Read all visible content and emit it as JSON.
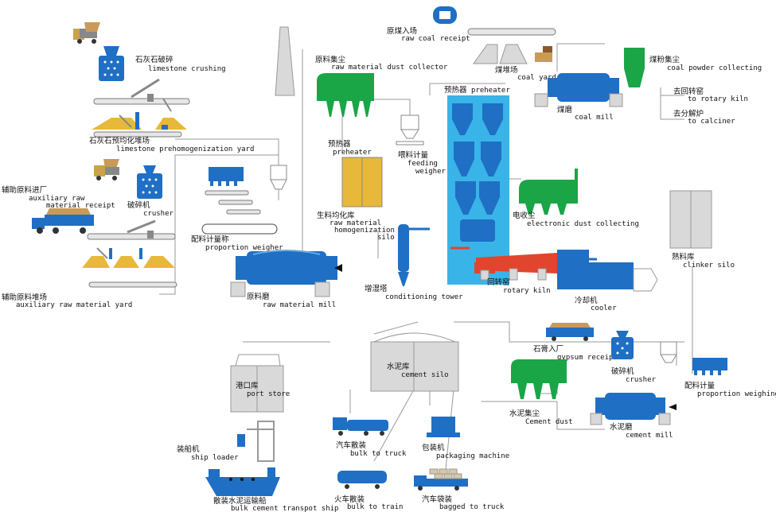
{
  "labels": {
    "limestone_crushing": {
      "cn": "石灰石破碎",
      "en": "limestone crushing"
    },
    "limestone_yard": {
      "cn": "石灰石预均化堆场",
      "en": "limestone prehomogenization yard"
    },
    "aux_receipt": {
      "cn": "辅助原料进厂",
      "en1": "auxiliary raw",
      "en2": "material receipt"
    },
    "crusher": {
      "cn": "破碎机",
      "en": "crusher"
    },
    "aux_yard": {
      "cn": "辅助原料堆场",
      "en": "auxiliary raw material yard"
    },
    "proportion_weigher": {
      "cn": "配料计量称",
      "en": "proportion weigher"
    },
    "raw_mill": {
      "cn": "原料磨",
      "en": "raw material mill"
    },
    "raw_dust": {
      "cn": "原料集尘",
      "en": "raw material dust collector"
    },
    "preheater_silo": {
      "cn": "预热器",
      "en": "preheater"
    },
    "feeding_weigher": {
      "cn": "喂料计量",
      "en1": "feeding",
      "en2": "weigher"
    },
    "homog_silo": {
      "cn": "生料均化库",
      "en1": "raw material",
      "en2": "homogenization",
      "en3": "silo"
    },
    "conditioning_tower": {
      "cn": "增湿塔",
      "en": "conditioning tower"
    },
    "preheater_tower": {
      "cn": "预热器",
      "en": "preheater"
    },
    "raw_coal": {
      "cn": "原煤入场",
      "en": "raw coal receipt"
    },
    "coal_yard": {
      "cn": "煤堆场",
      "en": "coal yard"
    },
    "coal_powder": {
      "cn": "煤粉集尘",
      "en": "coal powder collecting"
    },
    "to_kiln": {
      "cn": "去回转窑",
      "en": "to rotary kiln"
    },
    "to_calciner": {
      "cn": "去分解炉",
      "en": "to calciner"
    },
    "coal_mill": {
      "cn": "煤磨",
      "en": "coal mill"
    },
    "electronic_dust": {
      "cn": "电收尘",
      "en": "electronic dust collecting"
    },
    "clinker_silo": {
      "cn": "熟料库",
      "en": "clinker silo"
    },
    "rotary_kiln": {
      "cn": "回转窑",
      "en": "rotary kiln"
    },
    "cooler": {
      "cn": "冷却机",
      "en": "cooler"
    },
    "gypsum": {
      "cn": "石膏入厂",
      "en": "gypsum receipt"
    },
    "crusher2": {
      "cn": "破碎机",
      "en": "crusher"
    },
    "proportion_weighing": {
      "cn": "配料计量",
      "en": "proportion weighing"
    },
    "cement_silo": {
      "cn": "水泥库",
      "en": "cement silo"
    },
    "cement_dust": {
      "cn": "水泥集尘",
      "en": "Cement dust"
    },
    "cement_mill": {
      "cn": "水泥磨",
      "en": "cement mill"
    },
    "port_store": {
      "cn": "港口库",
      "en": "port store"
    },
    "ship_loader": {
      "cn": "装船机",
      "en": "ship loader"
    },
    "ship": {
      "cn": "散装水泥运输船",
      "en": "bulk cement transpot ship"
    },
    "bulk_truck": {
      "cn": "汽车散装",
      "en": "bulk to truck"
    },
    "packaging": {
      "cn": "包装机",
      "en": "packaging machine"
    },
    "bulk_train": {
      "cn": "火车散装",
      "en": "bulk to train"
    },
    "bagged_truck": {
      "cn": "汽车袋装",
      "en": "bagged to truck"
    }
  },
  "colors": {
    "equipment_blue": "#1f6fc4",
    "dust_green": "#1aa547",
    "material_yellow": "#e8b83a",
    "kiln_red": "#e2452d",
    "preheater_cyan": "#38b4e8",
    "belt_gray": "#e6e6e6",
    "pipe_gray": "#9a9a9a"
  }
}
